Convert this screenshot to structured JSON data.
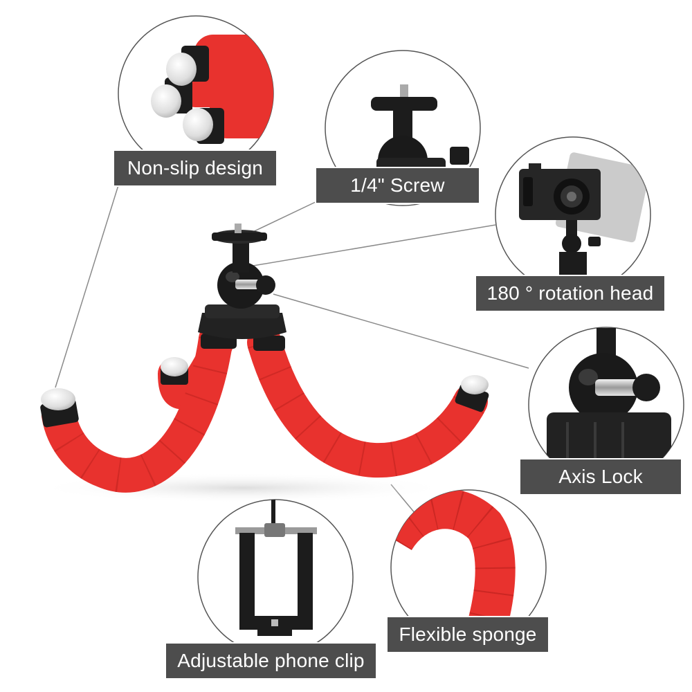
{
  "callouts": {
    "non_slip": "Non-slip design",
    "screw": "1/4\" Screw",
    "rotation": "180 ° rotation head",
    "axis_lock": "Axis Lock",
    "sponge": "Flexible sponge",
    "phone_clip": "Adjustable phone clip"
  },
  "colors": {
    "sponge_red": "#e8322e",
    "sponge_dark": "#b81f1c",
    "plastic_black": "#1c1c1c",
    "label_bg": "#4d4d4d",
    "outline": "#8a8a8a"
  }
}
